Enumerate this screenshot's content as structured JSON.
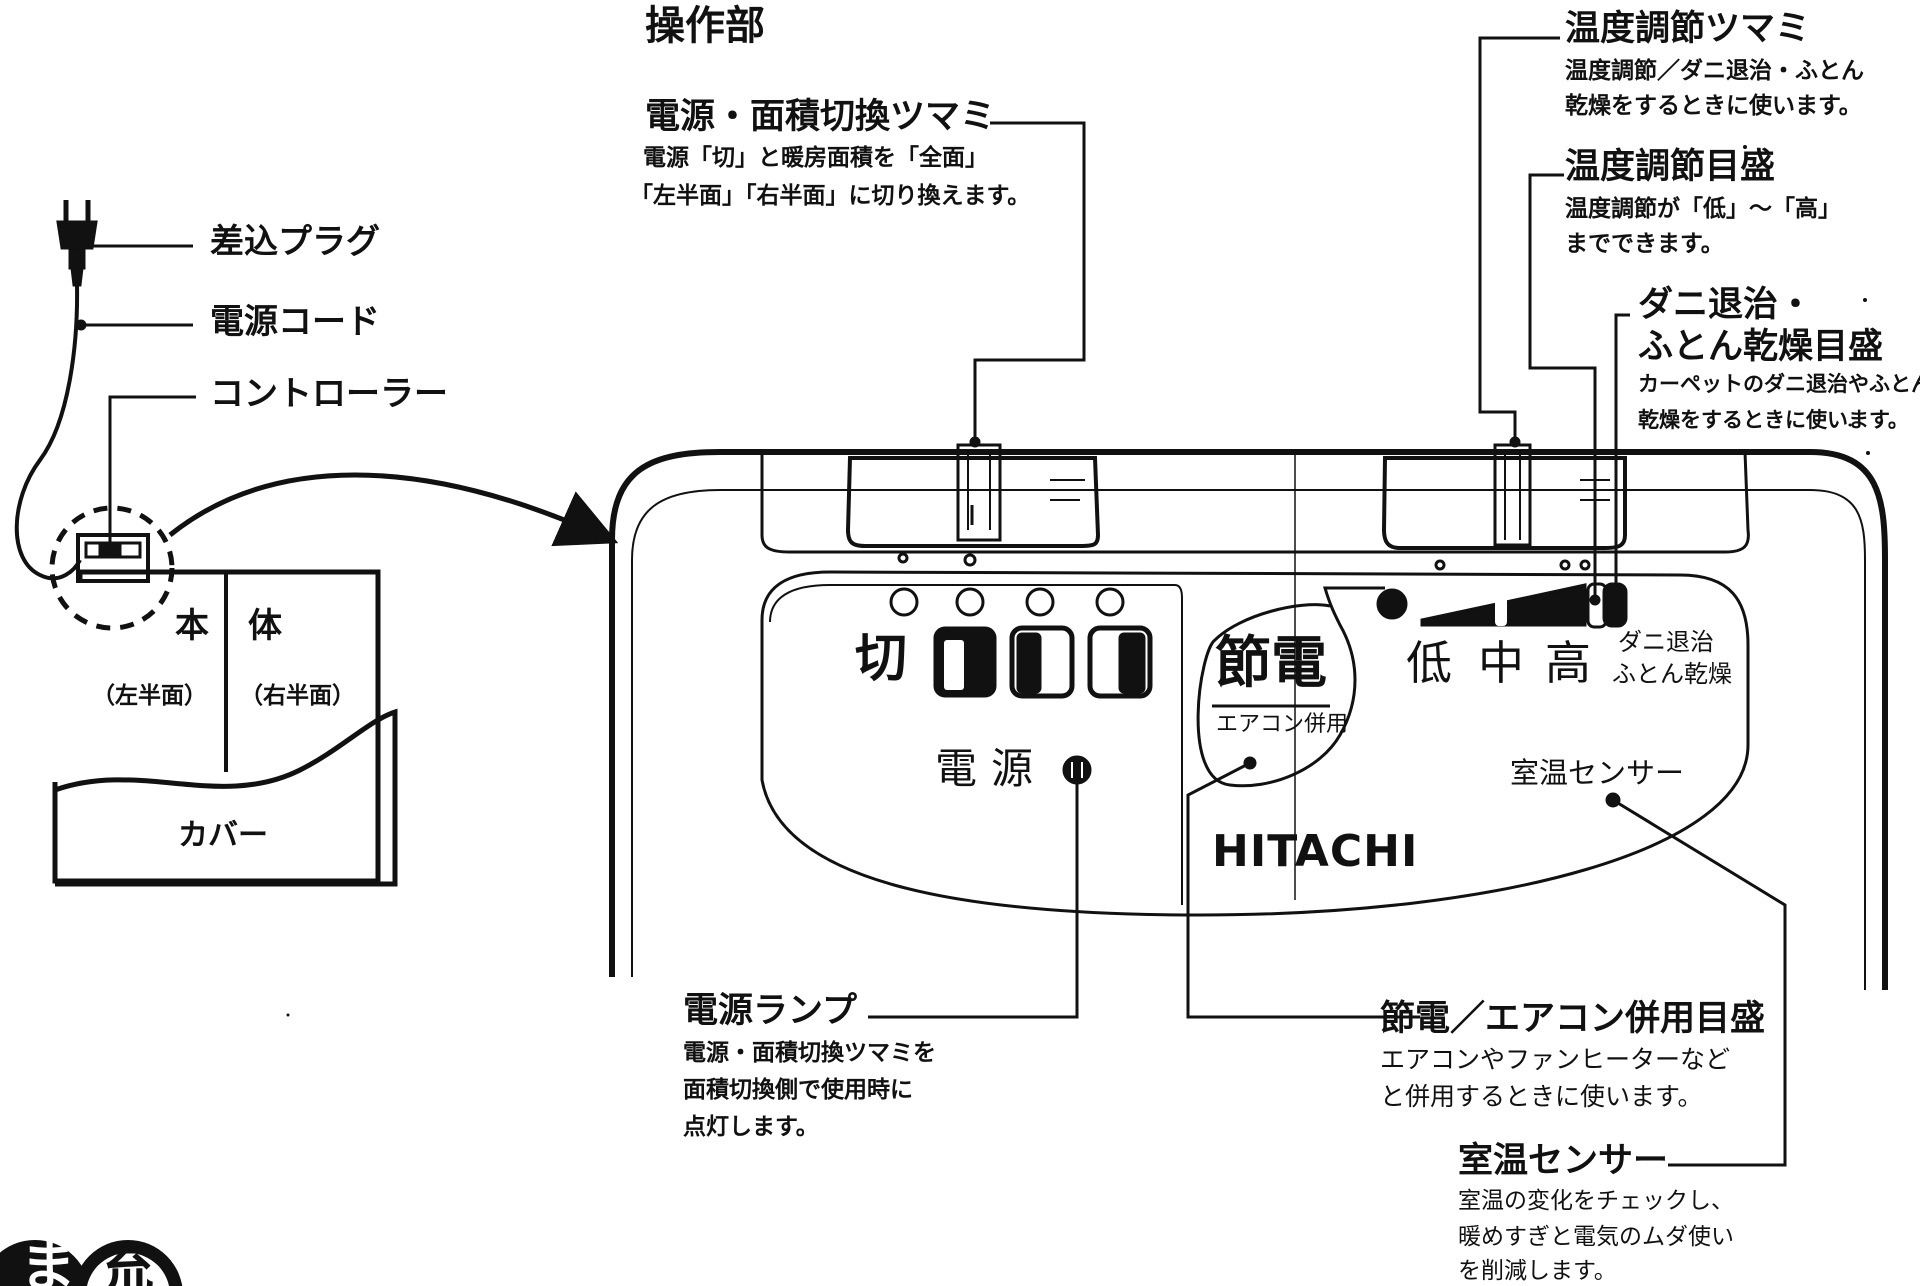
{
  "title": "操作部",
  "left": {
    "plug": "差込プラグ",
    "cord": "電源コード",
    "controller": "コントローラー",
    "body_label_1": "本",
    "body_label_2": "体",
    "left_half": "（左半面）",
    "right_half": "（右半面）",
    "cover": "カバー"
  },
  "callouts": {
    "power_area_knob": {
      "title": "電源・面積切換ツマミ",
      "desc": [
        "電源「切」と暖房面積を「全面」",
        "「左半面」「右半面」に切り換えます。"
      ]
    },
    "temp_knob": {
      "title": "温度調節ツマミ",
      "desc": [
        "温度調節／ダニ退治・ふとん",
        "乾燥をするときに使います。"
      ]
    },
    "temp_scale": {
      "title": "温度調節目盛",
      "desc": [
        "温度調節が「低」～「高」",
        "までできます。"
      ]
    },
    "mite_scale": {
      "title": [
        "ダニ退治・",
        "ふとん乾燥目盛"
      ],
      "desc": [
        "カーペットのダニ退治やふとん",
        "乾燥をするときに使います。"
      ]
    },
    "power_lamp": {
      "title": "電源ランプ",
      "desc": [
        "電源・面積切換ツマミを",
        "面積切換側で使用時に",
        "点灯します。"
      ]
    },
    "eco_scale": {
      "title": "節電／エアコン併用目盛",
      "desc": [
        "エアコンやファンヒーターなど",
        "と併用するときに使います。"
      ]
    },
    "room_sensor": {
      "title": "室温センサー",
      "desc": [
        "室温の変化をチェックし、",
        "暖めすぎと電気のムダ使い",
        "を削減します。"
      ]
    }
  },
  "panel": {
    "off": "切",
    "power": "電源",
    "eco_big": "節電",
    "eco_small": "エアコン併用",
    "low": "低",
    "mid": "中",
    "high": "高",
    "mite_1": "ダニ退治",
    "mite_2": "ふとん乾燥",
    "sensor": "室温センサー",
    "brand": "HITACHI"
  },
  "icons": [
    "plug-icon",
    "controller-icon",
    "knob-icon",
    "lamp-icon",
    "arrow-icon"
  ]
}
